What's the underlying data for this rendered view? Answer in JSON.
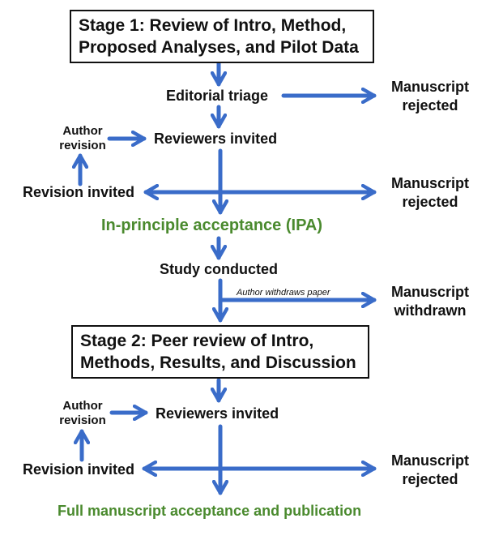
{
  "colors": {
    "arrow": "#3a6cc9",
    "accept_text": "#4a8a2e",
    "text": "#111111"
  },
  "stage1": {
    "line1": "Stage 1: Review of Intro, Method,",
    "line2": "Proposed Analyses, and Pilot Data"
  },
  "editorial_triage": "Editorial triage",
  "rejected1": {
    "line1": "Manuscript",
    "line2": "rejected"
  },
  "author_revision1": {
    "line1": "Author",
    "line2": "revision"
  },
  "reviewers_invited1": "Reviewers invited",
  "revision_invited1": "Revision invited",
  "rejected2": {
    "line1": "Manuscript",
    "line2": "rejected"
  },
  "ipa": "In-principle acceptance (IPA)",
  "study_conducted": "Study conducted",
  "withdraw_label": "Author withdraws paper",
  "withdrawn": {
    "line1": "Manuscript",
    "line2": "withdrawn"
  },
  "stage2": {
    "line1": "Stage 2: Peer review of Intro,",
    "line2": "Methods, Results, and Discussion"
  },
  "author_revision2": {
    "line1": "Author",
    "line2": "revision"
  },
  "reviewers_invited2": "Reviewers invited",
  "revision_invited2": "Revision invited",
  "rejected3": {
    "line1": "Manuscript",
    "line2": "rejected"
  },
  "final": "Full manuscript acceptance and publication"
}
